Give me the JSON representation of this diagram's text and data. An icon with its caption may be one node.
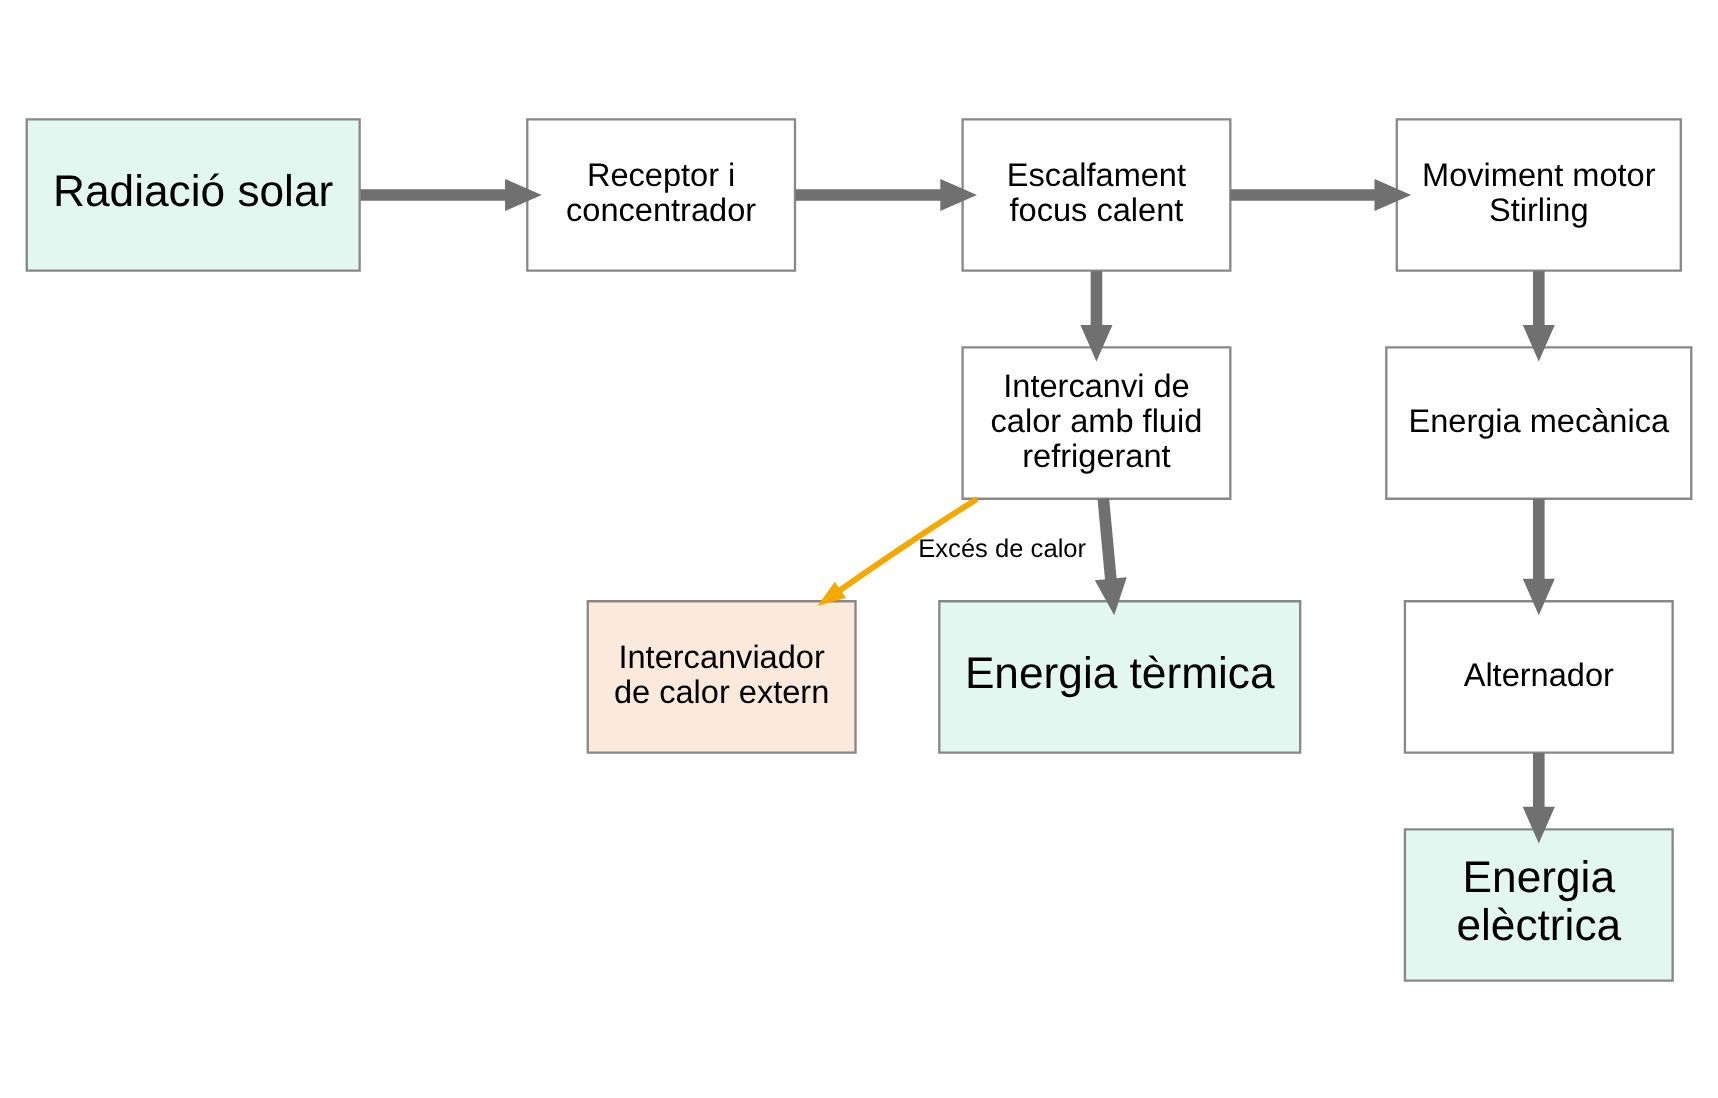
{
  "diagram": {
    "nodes": [
      {
        "text": [
          "Radiació solar"
        ]
      },
      {
        "text": [
          "Receptor i concentrador"
        ]
      },
      {
        "text": [
          "Escalfament focus calent"
        ]
      },
      {
        "text": [
          "Moviment motor Stirling"
        ]
      },
      {
        "text": [
          "Intercanvi de calor amb fluid refrigerant"
        ]
      },
      {
        "text": [
          "Energia mecànica"
        ]
      },
      {
        "text": [
          "Intercanviador de calor extern"
        ]
      },
      {
        "text": [
          "Energia tèrmica"
        ]
      },
      {
        "text": [
          "Alternador"
        ]
      },
      {
        "text": [
          "Energia elèctrica"
        ]
      }
    ],
    "edges": [
      {
        "from": 0,
        "to": 1,
        "arrow": "to"
      },
      {
        "from": 1,
        "to": 2,
        "arrow": "to"
      },
      {
        "from": 2,
        "to": 3,
        "arrow": "to"
      },
      {
        "from": 2,
        "to": 4,
        "arrow": "to"
      },
      {
        "from": 3,
        "to": 5,
        "arrow": "to"
      },
      {
        "from": 4,
        "to": 7,
        "arrow": "to"
      },
      {
        "from": 4,
        "to": 6,
        "arrow": "to",
        "label": "Excés de calor",
        "color": "#f5a800"
      },
      {
        "from": 5,
        "to": 8,
        "arrow": "to"
      },
      {
        "from": 8,
        "to": 9,
        "arrow": "to"
      }
    ]
  }
}
